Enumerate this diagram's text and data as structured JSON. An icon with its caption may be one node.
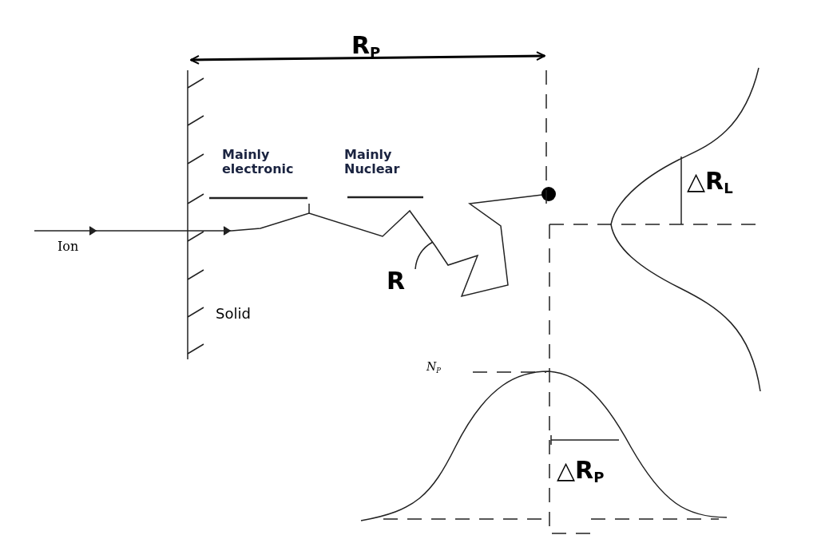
{
  "diagram": {
    "labels": [
      "R$_{P}$",
      "Mainly electronic",
      "Mainly Nuclear",
      "Ion",
      "R",
      "Solid",
      "N$_{P}$",
      "△R$_{L}$",
      "△R$_{P}$"
    ]
  }
}
